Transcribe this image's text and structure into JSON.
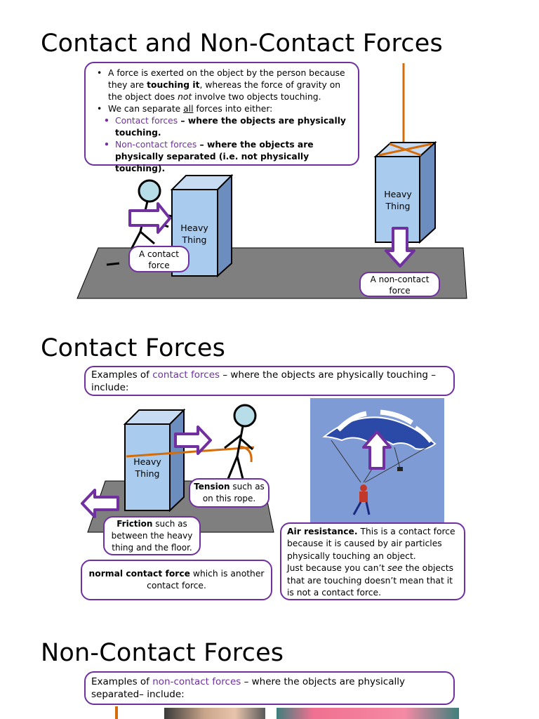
{
  "section1": {
    "title": "Contact and Non-Contact Forces",
    "bullet1": {
      "pre": "A force is exerted on the object by the person because they are ",
      "bold": "touching it",
      "mid": ", whereas the force of gravity on the object does ",
      "italic": "not",
      "post": " involve two objects touching."
    },
    "bullet2": {
      "pre": "We can separate ",
      "underline": "all",
      "post": " forces into either:"
    },
    "sub1": {
      "term": "Contact forces",
      "rest": " – where the objects are physically touching."
    },
    "sub2": {
      "term": "Non-contact forces",
      "rest": " – where the objects are physically separated (i.e. not physically touching)."
    },
    "box_left_label": "Heavy Thing",
    "box_right_label": "Heavy Thing",
    "contact_label": "A contact force",
    "noncontact_label": "A non-contact force"
  },
  "section2": {
    "title": "Contact Forces",
    "intro": {
      "pre": "Examples of ",
      "term": "contact forces",
      "post": " – where the objects are physically touching – include:"
    },
    "box_label": "Heavy Thing",
    "tension": {
      "bold": "Tension",
      "rest": " such as on this rope."
    },
    "friction": {
      "bold": "Friction",
      "rest": " such as between the heavy thing and the floor."
    },
    "normal": {
      "bold": "normal contact force",
      "rest": " which is another contact force."
    },
    "air": {
      "bold": "Air resistance.",
      "rest1": "  This is a contact force because it is caused by air particles physically touching an object.",
      "rest2_pre": "Just because you can’t ",
      "rest2_italic": "see",
      "rest2_post": " the objects that are touching doesn’t mean that it is not a contact force."
    }
  },
  "section3": {
    "title": "Non-Contact Forces",
    "intro": {
      "pre": "Examples of ",
      "term": "non-contact forces",
      "post": " – where the objects are physically separated– include:"
    }
  },
  "colors": {
    "accent_purple": "#7030a0",
    "box_fill": "#a9cbed",
    "floor": "#7f7f7f",
    "rope_orange": "#d46c0a",
    "sky": "#7f9bd6",
    "head_fill": "#b7dde8"
  }
}
